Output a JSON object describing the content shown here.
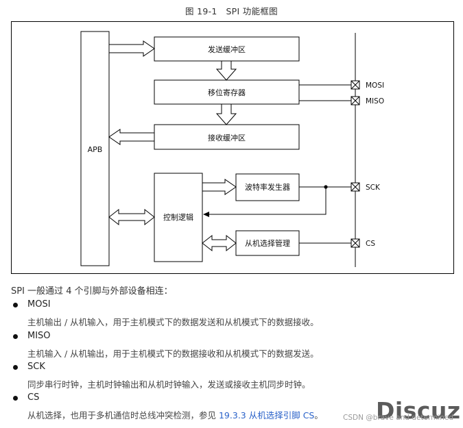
{
  "figure": {
    "title": "图 19-1　SPI 功能框图",
    "blocks": {
      "apb": "APB",
      "tx_buffer": "发送缓冲区",
      "shift_register": "移位寄存器",
      "rx_buffer": "接收缓冲区",
      "control_logic": "控制逻辑",
      "baud_generator": "波特率发生器",
      "slave_select": "从机选择管理"
    },
    "pins": {
      "mosi": "MOSI",
      "miso": "MISO",
      "sck": "SCK",
      "cs": "CS"
    }
  },
  "intro": "SPI 一般通过 4 个引脚与外部设备相连：",
  "pins_list": [
    {
      "name": "MOSI",
      "desc": "主机输出 / 从机输入，用于主机模式下的数据发送和从机模式下的数据接收。"
    },
    {
      "name": "MISO",
      "desc": "主机输入 / 从机输出，用于主机模式下的数据接收和从机模式下的数据发送。"
    },
    {
      "name": "SCK",
      "desc": "同步串行时钟，主机时钟输出和从机时钟输入，发送或接收主机同步时钟。"
    },
    {
      "name": "CS",
      "desc_before": "从机选择，也用于多机通信时总线冲突检测，参见 ",
      "link": "19.3.3 从机选择引脚 CS",
      "desc_after": "。"
    }
  ],
  "watermarks": {
    "csdn": "CSDN @brave and determined",
    "discuz": "Discuz!"
  }
}
